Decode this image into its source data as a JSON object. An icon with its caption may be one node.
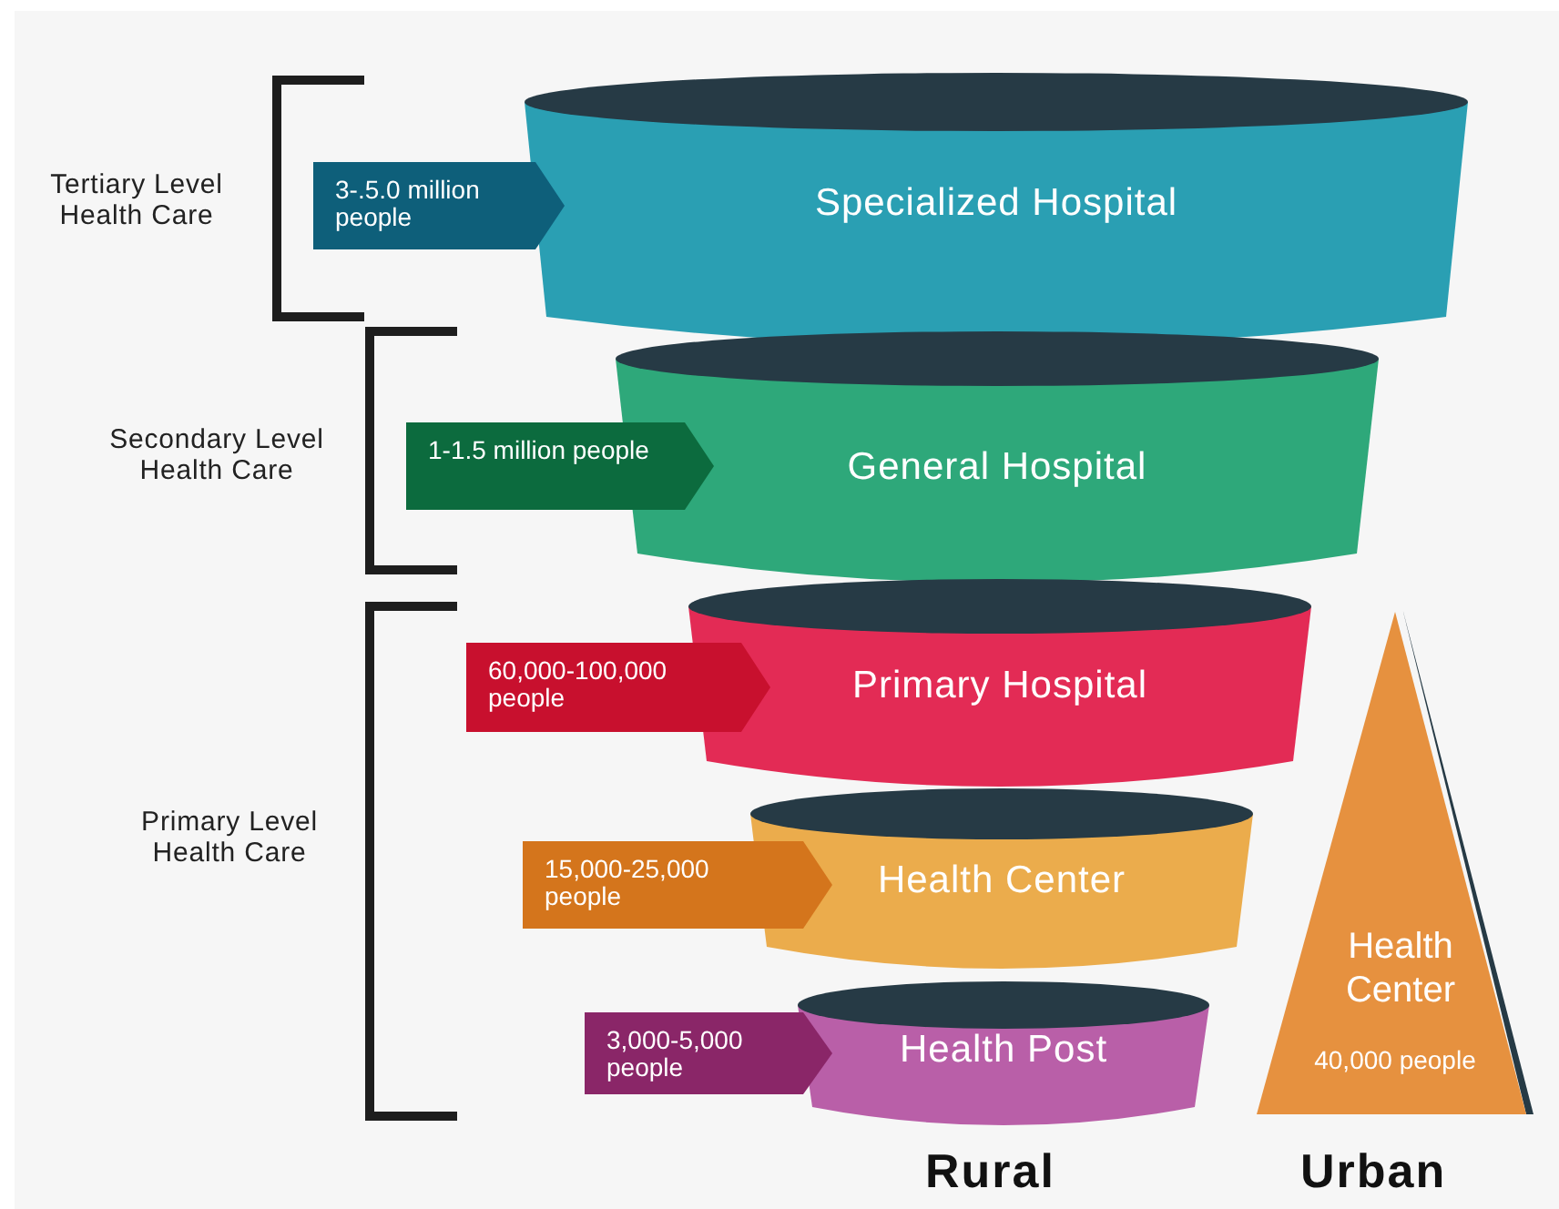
{
  "diagram": {
    "nodes": [
      {
        "text": [
          "Specialized Hospital"
        ]
      },
      {
        "text": [
          "3-.5.0 million people"
        ]
      },
      {
        "text": [
          "General Hospital"
        ]
      },
      {
        "text": [
          "1-1.5 million people"
        ]
      },
      {
        "text": [
          "Primary Hospital"
        ]
      },
      {
        "text": [
          "60,000-100,000 people"
        ]
      },
      {
        "text": [
          "Health Center"
        ]
      },
      {
        "text": [
          "15,000-25,000 people"
        ]
      },
      {
        "text": [
          "Health Post"
        ]
      },
      {
        "text": [
          "3,000-5,000 people"
        ]
      },
      {
        "text": [
          "Health Center",
          "40,000 people"
        ]
      }
    ],
    "labels": [
      "Tertiary Level Health Care",
      "Secondary Level Health Care",
      "Primary Level Health Care",
      "Rural",
      "Urban"
    ]
  }
}
